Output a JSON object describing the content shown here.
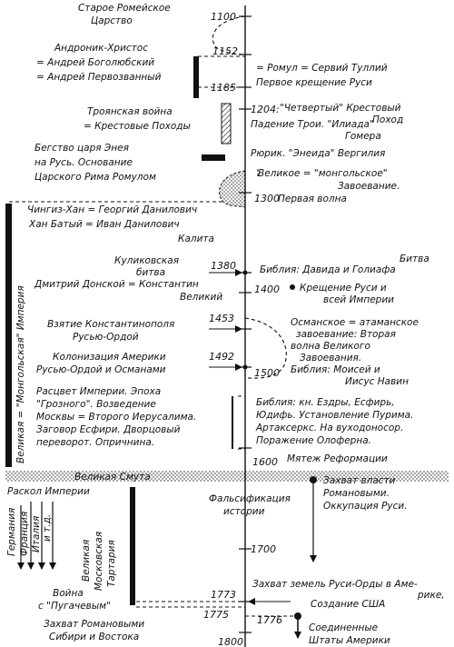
{
  "years": {
    "y1100": "1100",
    "y1152": "1152",
    "y1185": "1185",
    "y1204": "1204:",
    "y1300": "1300",
    "y1380": "1380",
    "y1400": "1400",
    "y1453": "1453",
    "y1492": "1492",
    "y1500": "1500",
    "y1600": "1600",
    "y1700": "1700",
    "y1773": "1773",
    "y1775": "1775",
    "y1776": "1776",
    "y1800": "1800"
  },
  "left": {
    "old_roman": [
      "Старое Ромейское",
      "Царство"
    ],
    "andronik": [
      "Андроник-Христос",
      "= Андрей Боголюбский",
      "= Андрей Первозванный"
    ],
    "trojan": [
      "Троянская война",
      "= Крестовые Походы"
    ],
    "aeneas": [
      "Бегство царя Энея",
      "на Русь. Основание",
      "Царского Рима Ромулом"
    ],
    "genghis": [
      "Чингиз-Хан = Георгий Данилович",
      "Хан Батый = Иван Данилович",
      "Калита"
    ],
    "kulikovo": [
      "Куликовская",
      "битва"
    ],
    "donskoy": [
      "Дмитрий Донской = Константин",
      "Великий"
    ],
    "constantinople": [
      "Взятие Константинополя",
      "Русью-Ордой"
    ],
    "america": [
      "Колонизация Америки",
      "Русью-Ордой и Османами"
    ],
    "breakup": [
      "Расцвет Империи. Эпоха",
      "\"Грозного\". Возведение",
      "Москвы = Второго Иерусалима.",
      "Заговор Есфири. Дворцовый",
      "переворот. Опричнина."
    ],
    "empire_vertical": "Великая = \"Монгольская\" Империя",
    "smuta": "Великая Смута",
    "split": "Раскол Империи",
    "germany": "Германия",
    "france": "Франция",
    "italy": "Италия",
    "etc": "и т.д.",
    "tartaria": [
      "Великая",
      "Московская",
      "Тартария"
    ],
    "pugachev": [
      "Война",
      "с \"Пугачевым\""
    ],
    "siberia": [
      "Захват Романовыми",
      "Сибири и Востока"
    ]
  },
  "right": {
    "romulus": [
      "= Ромул = Сервий Туллий",
      "Первое крещение Руси"
    ],
    "crusade4": [
      "\"Четвертый\" Крестовый",
      "Поход"
    ],
    "troy": [
      "Падение Трои. \"Илиада\"",
      "Гомера"
    ],
    "ruric": "Рюрик. \"Энеида\" Вергилия",
    "mongol": [
      "Великое = \"монгольское\"",
      "Завоевание.",
      "Первая волна"
    ],
    "battle": "Битва",
    "bible_david": "Библия: Давида и Голиафа",
    "baptism": [
      "Крещение Руси и",
      "всей Империи"
    ],
    "ottoman": [
      "Османское = атаманское",
      "завоевание: Вторая",
      "волна Великого",
      "Завоевания."
    ],
    "moses": [
      "Библия: Моисей и",
      "Иисус Навин"
    ],
    "esther": [
      "Библия: кн. Ездры, Есфирь,",
      "Юдифь. Установление Пурима.",
      "Артаксеркс. На вуходоносор.",
      "Поражение Олоферна."
    ],
    "reform": "Мятеж Реформации",
    "romanovs": [
      "Захват власти",
      "Романовыми.",
      "Оккупация Руси."
    ],
    "falsification": [
      "Фальсификация",
      "истории"
    ],
    "usa": [
      "Захват земель Руси-Орды в Аме-",
      "рике,",
      "Создание США"
    ],
    "states": [
      "Соединенные",
      "Штаты Америки"
    ]
  }
}
